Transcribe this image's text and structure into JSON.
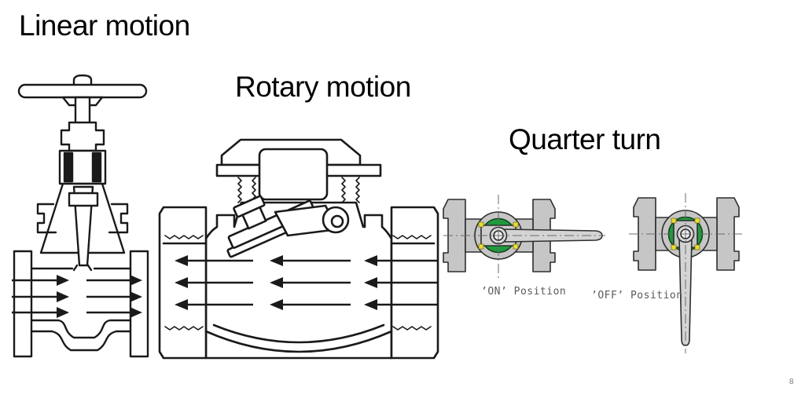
{
  "slide": {
    "page_number": "8"
  },
  "titles": {
    "linear": "Linear motion",
    "rotary": "Rotary motion",
    "quarter": "Quarter turn"
  },
  "labels": {
    "on_position": "’ON’ Position",
    "off_position": "’OFF’ Position"
  },
  "diagrams": {
    "gate_valve": "gate-valve-cross-section",
    "check_valve": "swing-check-valve-cross-section",
    "ball_valve_on": "ball-valve-top-view-handle-horizontal",
    "ball_valve_off": "ball-valve-top-view-handle-vertical",
    "gate_valve_flow": "three arrows flowing right",
    "check_valve_flow": "three arrows flowing left"
  },
  "colors": {
    "ink": "#1a1a1a",
    "ball_green": "#1f9b3e",
    "seat_yellow": "#e8de34",
    "body_gray": "#c6c6c6",
    "handle_gray": "#d4d4d4",
    "label_gray": "#5a5a5a",
    "page_number_gray": "#7d7d7d"
  }
}
